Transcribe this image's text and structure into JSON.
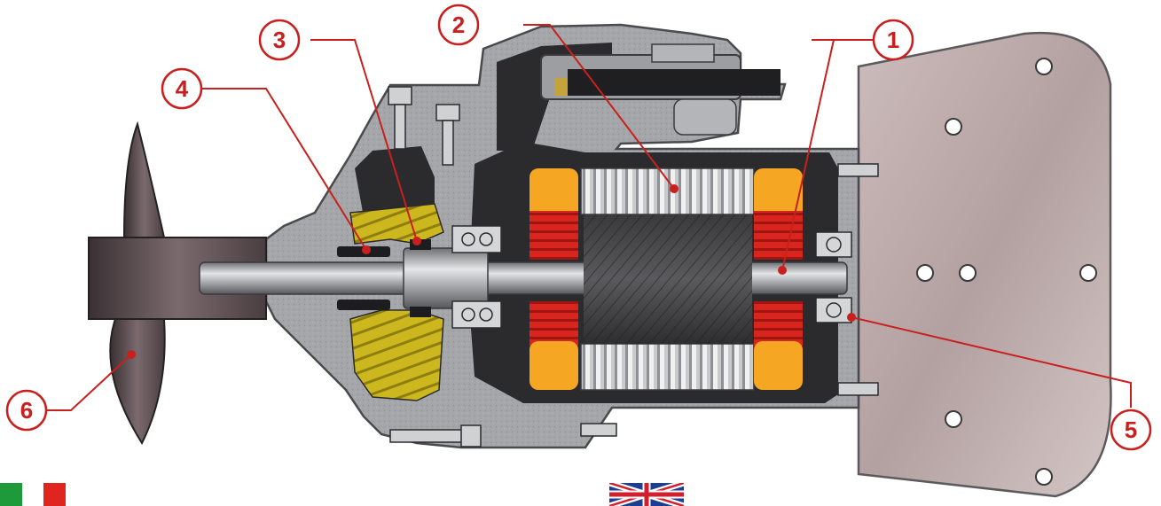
{
  "callouts": [
    {
      "id": "1",
      "label": "1"
    },
    {
      "id": "2",
      "label": "2"
    },
    {
      "id": "3",
      "label": "3"
    },
    {
      "id": "4",
      "label": "4"
    },
    {
      "id": "5",
      "label": "5"
    },
    {
      "id": "6",
      "label": "6"
    }
  ],
  "colors": {
    "callout": "#c8201e",
    "housing": "#a4a6a9",
    "housing_dark": "#2b2b2d",
    "winding_red": "#d8261e",
    "winding_orange": "#f5a623",
    "seal_yellow": "#c9b41a",
    "mount_plate": "#b9a6a6"
  },
  "flags": [
    {
      "name": "italian-flag-icon",
      "language": "it"
    },
    {
      "name": "british-flag-icon",
      "language": "en"
    }
  ]
}
